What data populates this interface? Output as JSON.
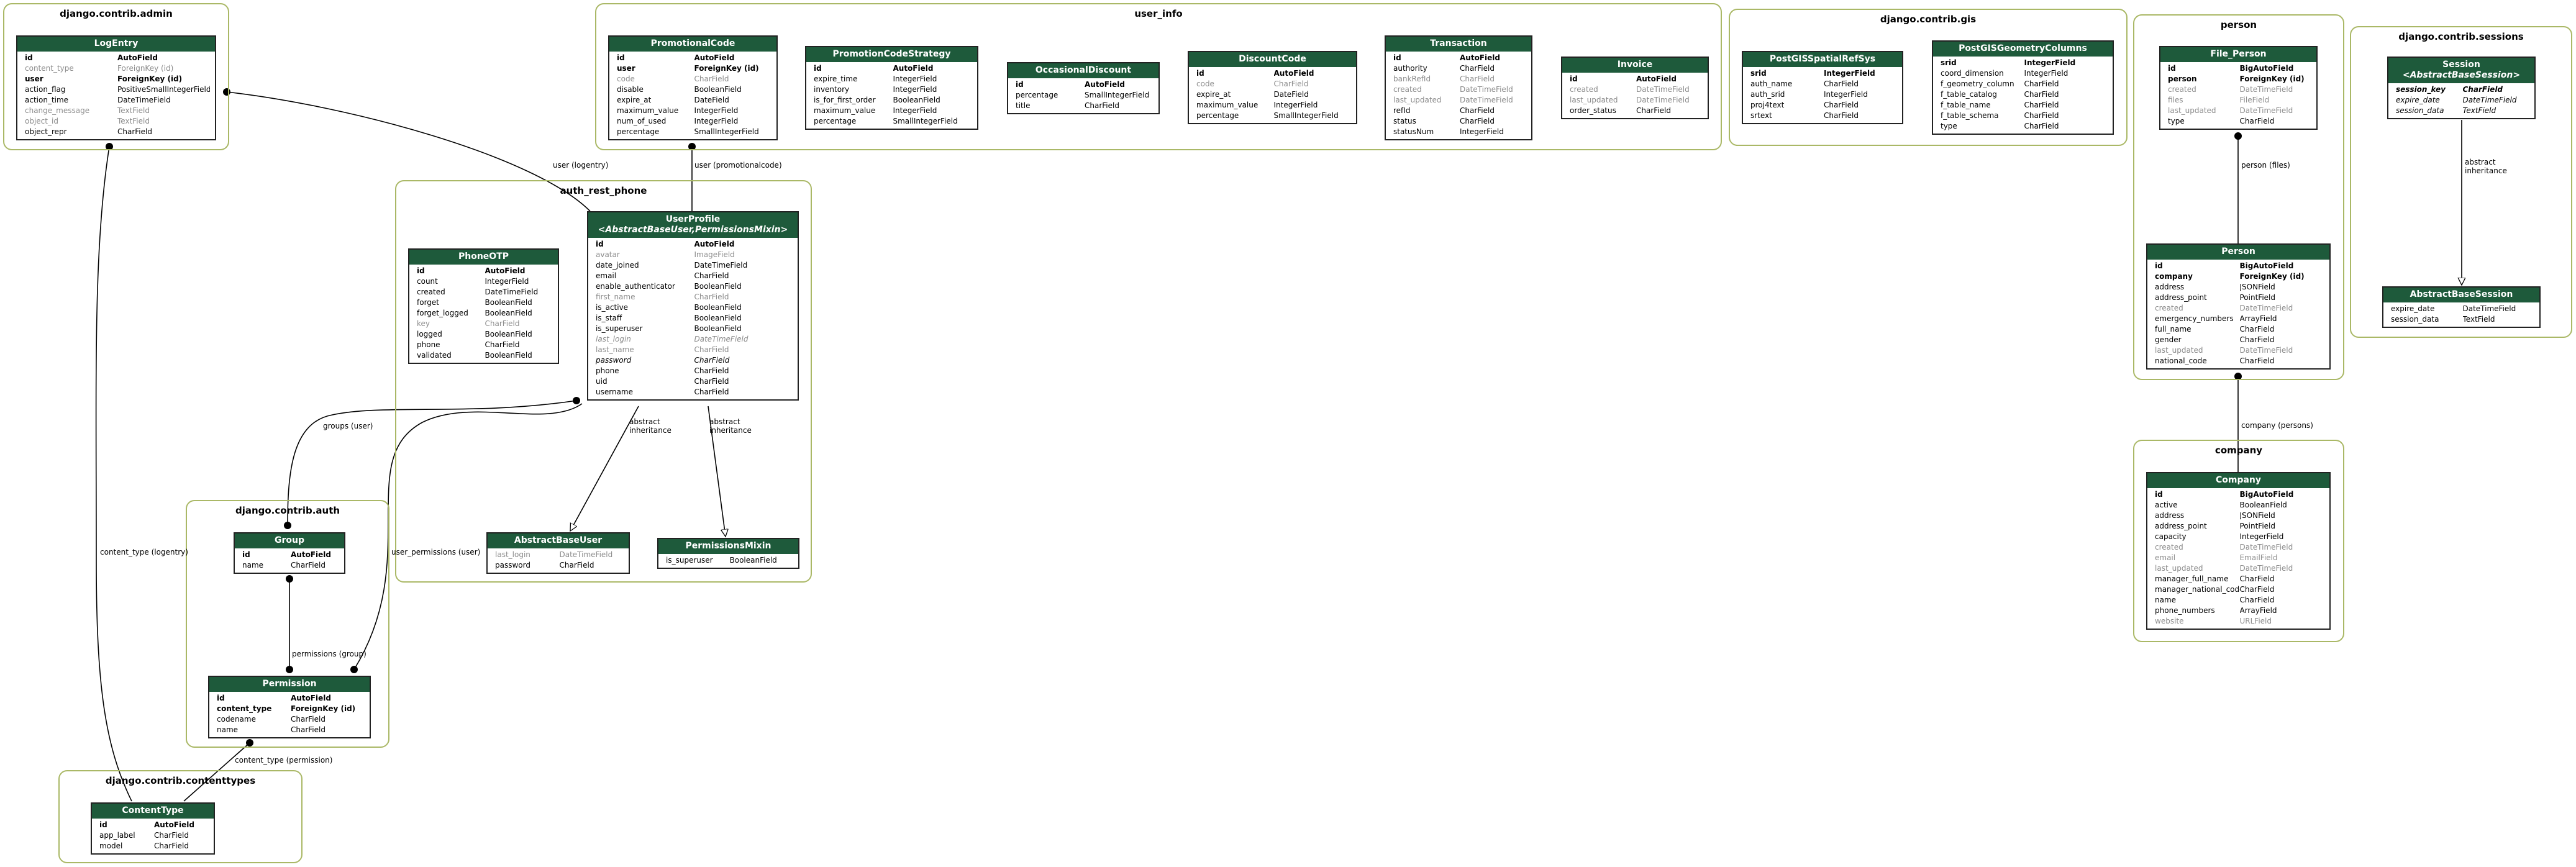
{
  "clusters": {
    "admin": "django.contrib.admin",
    "user_info": "user_info",
    "gis": "django.contrib.gis",
    "person": "person",
    "sessions": "django.contrib.sessions",
    "auth_rest_phone": "auth_rest_phone",
    "auth": "django.contrib.auth",
    "contenttypes": "django.contrib.contenttypes",
    "company": "company"
  },
  "models": {
    "logentry": {
      "title": "LogEntry",
      "fields": [
        {
          "n": "id",
          "t": "AutoField",
          "s": "b"
        },
        {
          "n": "content_type",
          "t": "ForeignKey (id)",
          "s": "g"
        },
        {
          "n": "user",
          "t": "ForeignKey (id)",
          "s": "b"
        },
        {
          "n": "action_flag",
          "t": "PositiveSmallIntegerField",
          "s": ""
        },
        {
          "n": "action_time",
          "t": "DateTimeField",
          "s": ""
        },
        {
          "n": "change_message",
          "t": "TextField",
          "s": "g"
        },
        {
          "n": "object_id",
          "t": "TextField",
          "s": "g"
        },
        {
          "n": "object_repr",
          "t": "CharField",
          "s": ""
        }
      ]
    },
    "promotionalcode": {
      "title": "PromotionalCode",
      "fields": [
        {
          "n": "id",
          "t": "AutoField",
          "s": "b"
        },
        {
          "n": "user",
          "t": "ForeignKey (id)",
          "s": "b"
        },
        {
          "n": "code",
          "t": "CharField",
          "s": "g"
        },
        {
          "n": "disable",
          "t": "BooleanField",
          "s": ""
        },
        {
          "n": "expire_at",
          "t": "DateField",
          "s": ""
        },
        {
          "n": "maximum_value",
          "t": "IntegerField",
          "s": ""
        },
        {
          "n": "num_of_used",
          "t": "IntegerField",
          "s": ""
        },
        {
          "n": "percentage",
          "t": "SmallIntegerField",
          "s": ""
        }
      ]
    },
    "promotioncodestrategy": {
      "title": "PromotionCodeStrategy",
      "fields": [
        {
          "n": "id",
          "t": "AutoField",
          "s": "b"
        },
        {
          "n": "expire_time",
          "t": "IntegerField",
          "s": ""
        },
        {
          "n": "inventory",
          "t": "IntegerField",
          "s": ""
        },
        {
          "n": "is_for_first_order",
          "t": "BooleanField",
          "s": ""
        },
        {
          "n": "maximum_value",
          "t": "IntegerField",
          "s": ""
        },
        {
          "n": "percentage",
          "t": "SmallIntegerField",
          "s": ""
        }
      ]
    },
    "occasionaldiscount": {
      "title": "OccasionalDiscount",
      "fields": [
        {
          "n": "id",
          "t": "AutoField",
          "s": "b"
        },
        {
          "n": "percentage",
          "t": "SmallIntegerField",
          "s": ""
        },
        {
          "n": "title",
          "t": "CharField",
          "s": ""
        }
      ]
    },
    "discountcode": {
      "title": "DiscountCode",
      "fields": [
        {
          "n": "id",
          "t": "AutoField",
          "s": "b"
        },
        {
          "n": "code",
          "t": "CharField",
          "s": "g"
        },
        {
          "n": "expire_at",
          "t": "DateField",
          "s": ""
        },
        {
          "n": "maximum_value",
          "t": "IntegerField",
          "s": ""
        },
        {
          "n": "percentage",
          "t": "SmallIntegerField",
          "s": ""
        }
      ]
    },
    "transaction": {
      "title": "Transaction",
      "fields": [
        {
          "n": "id",
          "t": "AutoField",
          "s": "b"
        },
        {
          "n": "authority",
          "t": "CharField",
          "s": ""
        },
        {
          "n": "bankRefId",
          "t": "CharField",
          "s": "g"
        },
        {
          "n": "created",
          "t": "DateTimeField",
          "s": "g"
        },
        {
          "n": "last_updated",
          "t": "DateTimeField",
          "s": "g"
        },
        {
          "n": "refId",
          "t": "CharField",
          "s": ""
        },
        {
          "n": "status",
          "t": "CharField",
          "s": ""
        },
        {
          "n": "statusNum",
          "t": "IntegerField",
          "s": ""
        }
      ]
    },
    "invoice": {
      "title": "Invoice",
      "fields": [
        {
          "n": "id",
          "t": "AutoField",
          "s": "b"
        },
        {
          "n": "created",
          "t": "DateTimeField",
          "s": "g"
        },
        {
          "n": "last_updated",
          "t": "DateTimeField",
          "s": "g"
        },
        {
          "n": "order_status",
          "t": "CharField",
          "s": ""
        }
      ]
    },
    "postgisspatialrefsys": {
      "title": "PostGISSpatialRefSys",
      "fields": [
        {
          "n": "srid",
          "t": "IntegerField",
          "s": "b"
        },
        {
          "n": "auth_name",
          "t": "CharField",
          "s": ""
        },
        {
          "n": "auth_srid",
          "t": "IntegerField",
          "s": ""
        },
        {
          "n": "proj4text",
          "t": "CharField",
          "s": ""
        },
        {
          "n": "srtext",
          "t": "CharField",
          "s": ""
        }
      ]
    },
    "postgisgeometrycolumns": {
      "title": "PostGISGeometryColumns",
      "fields": [
        {
          "n": "srid",
          "t": "IntegerField",
          "s": "b"
        },
        {
          "n": "coord_dimension",
          "t": "IntegerField",
          "s": ""
        },
        {
          "n": "f_geometry_column",
          "t": "CharField",
          "s": ""
        },
        {
          "n": "f_table_catalog",
          "t": "CharField",
          "s": ""
        },
        {
          "n": "f_table_name",
          "t": "CharField",
          "s": ""
        },
        {
          "n": "f_table_schema",
          "t": "CharField",
          "s": ""
        },
        {
          "n": "type",
          "t": "CharField",
          "s": ""
        }
      ]
    },
    "file_person": {
      "title": "File_Person",
      "fields": [
        {
          "n": "id",
          "t": "BigAutoField",
          "s": "b"
        },
        {
          "n": "person",
          "t": "ForeignKey (id)",
          "s": "b"
        },
        {
          "n": "created",
          "t": "DateTimeField",
          "s": "g"
        },
        {
          "n": "files",
          "t": "FileField",
          "s": "g"
        },
        {
          "n": "last_updated",
          "t": "DateTimeField",
          "s": "g"
        },
        {
          "n": "type",
          "t": "CharField",
          "s": ""
        }
      ]
    },
    "person": {
      "title": "Person",
      "fields": [
        {
          "n": "id",
          "t": "BigAutoField",
          "s": "b"
        },
        {
          "n": "company",
          "t": "ForeignKey (id)",
          "s": "b"
        },
        {
          "n": "address",
          "t": "JSONField",
          "s": ""
        },
        {
          "n": "address_point",
          "t": "PointField",
          "s": ""
        },
        {
          "n": "created",
          "t": "DateTimeField",
          "s": "g"
        },
        {
          "n": "emergency_numbers",
          "t": "ArrayField",
          "s": ""
        },
        {
          "n": "full_name",
          "t": "CharField",
          "s": ""
        },
        {
          "n": "gender",
          "t": "CharField",
          "s": ""
        },
        {
          "n": "last_updated",
          "t": "DateTimeField",
          "s": "g"
        },
        {
          "n": "national_code",
          "t": "CharField",
          "s": ""
        }
      ]
    },
    "company": {
      "title": "Company",
      "fields": [
        {
          "n": "id",
          "t": "BigAutoField",
          "s": "b"
        },
        {
          "n": "active",
          "t": "BooleanField",
          "s": ""
        },
        {
          "n": "address",
          "t": "JSONField",
          "s": ""
        },
        {
          "n": "address_point",
          "t": "PointField",
          "s": ""
        },
        {
          "n": "capacity",
          "t": "IntegerField",
          "s": ""
        },
        {
          "n": "created",
          "t": "DateTimeField",
          "s": "g"
        },
        {
          "n": "email",
          "t": "EmailField",
          "s": "g"
        },
        {
          "n": "last_updated",
          "t": "DateTimeField",
          "s": "g"
        },
        {
          "n": "manager_full_name",
          "t": "CharField",
          "s": ""
        },
        {
          "n": "manager_national_code",
          "t": "CharField",
          "s": ""
        },
        {
          "n": "name",
          "t": "CharField",
          "s": ""
        },
        {
          "n": "phone_numbers",
          "t": "ArrayField",
          "s": ""
        },
        {
          "n": "website",
          "t": "URLField",
          "s": "g"
        }
      ]
    },
    "session": {
      "title": "Session",
      "subtitle": "<AbstractBaseSession>",
      "fields": [
        {
          "n": "session_key",
          "t": "CharField",
          "s": "b i"
        },
        {
          "n": "expire_date",
          "t": "DateTimeField",
          "s": "i"
        },
        {
          "n": "session_data",
          "t": "TextField",
          "s": "i"
        }
      ]
    },
    "abstractbasesession": {
      "title": "AbstractBaseSession",
      "fields": [
        {
          "n": "expire_date",
          "t": "DateTimeField",
          "s": ""
        },
        {
          "n": "session_data",
          "t": "TextField",
          "s": ""
        }
      ]
    },
    "userprofile": {
      "title": "UserProfile",
      "subtitle": "<AbstractBaseUser,PermissionsMixin>",
      "fields": [
        {
          "n": "id",
          "t": "AutoField",
          "s": "b"
        },
        {
          "n": "avatar",
          "t": "ImageField",
          "s": "g"
        },
        {
          "n": "date_joined",
          "t": "DateTimeField",
          "s": ""
        },
        {
          "n": "email",
          "t": "CharField",
          "s": ""
        },
        {
          "n": "enable_authenticator",
          "t": "BooleanField",
          "s": ""
        },
        {
          "n": "first_name",
          "t": "CharField",
          "s": "g"
        },
        {
          "n": "is_active",
          "t": "BooleanField",
          "s": ""
        },
        {
          "n": "is_staff",
          "t": "BooleanField",
          "s": ""
        },
        {
          "n": "is_superuser",
          "t": "BooleanField",
          "s": ""
        },
        {
          "n": "last_login",
          "t": "DateTimeField",
          "s": "g i"
        },
        {
          "n": "last_name",
          "t": "CharField",
          "s": "g"
        },
        {
          "n": "password",
          "t": "CharField",
          "s": "i"
        },
        {
          "n": "phone",
          "t": "CharField",
          "s": ""
        },
        {
          "n": "uid",
          "t": "CharField",
          "s": ""
        },
        {
          "n": "username",
          "t": "CharField",
          "s": ""
        }
      ]
    },
    "phoneotp": {
      "title": "PhoneOTP",
      "fields": [
        {
          "n": "id",
          "t": "AutoField",
          "s": "b"
        },
        {
          "n": "count",
          "t": "IntegerField",
          "s": ""
        },
        {
          "n": "created",
          "t": "DateTimeField",
          "s": ""
        },
        {
          "n": "forget",
          "t": "BooleanField",
          "s": ""
        },
        {
          "n": "forget_logged",
          "t": "BooleanField",
          "s": ""
        },
        {
          "n": "key",
          "t": "CharField",
          "s": "g"
        },
        {
          "n": "logged",
          "t": "BooleanField",
          "s": ""
        },
        {
          "n": "phone",
          "t": "CharField",
          "s": ""
        },
        {
          "n": "validated",
          "t": "BooleanField",
          "s": ""
        }
      ]
    },
    "abstractbaseuser": {
      "title": "AbstractBaseUser",
      "fields": [
        {
          "n": "last_login",
          "t": "DateTimeField",
          "s": "g"
        },
        {
          "n": "password",
          "t": "CharField",
          "s": ""
        }
      ]
    },
    "permissionsmixin": {
      "title": "PermissionsMixin",
      "fields": [
        {
          "n": "is_superuser",
          "t": "BooleanField",
          "s": ""
        }
      ]
    },
    "group": {
      "title": "Group",
      "fields": [
        {
          "n": "id",
          "t": "AutoField",
          "s": "b"
        },
        {
          "n": "name",
          "t": "CharField",
          "s": ""
        }
      ]
    },
    "permission": {
      "title": "Permission",
      "fields": [
        {
          "n": "id",
          "t": "AutoField",
          "s": "b"
        },
        {
          "n": "content_type",
          "t": "ForeignKey (id)",
          "s": "b"
        },
        {
          "n": "codename",
          "t": "CharField",
          "s": ""
        },
        {
          "n": "name",
          "t": "CharField",
          "s": ""
        }
      ]
    },
    "contenttype": {
      "title": "ContentType",
      "fields": [
        {
          "n": "id",
          "t": "AutoField",
          "s": "b"
        },
        {
          "n": "app_label",
          "t": "CharField",
          "s": ""
        },
        {
          "n": "model",
          "t": "CharField",
          "s": ""
        }
      ]
    }
  },
  "edges": {
    "user_logentry": "user (logentry)",
    "user_promotionalcode": "user (promotionalcode)",
    "person_files": "person (files)",
    "company_persons": "company (persons)",
    "groups_user": "groups (user)",
    "user_permissions_user": "user_permissions (user)",
    "permissions_group": "permissions (group)",
    "content_type_logentry": "content_type (logentry)",
    "content_type_permission": "content_type (permission)",
    "abstract_inheritance": "abstract\ninheritance"
  },
  "colors": {
    "header": "#1e5a3b",
    "cluster_border": "#aab866",
    "edge": "#000000"
  }
}
